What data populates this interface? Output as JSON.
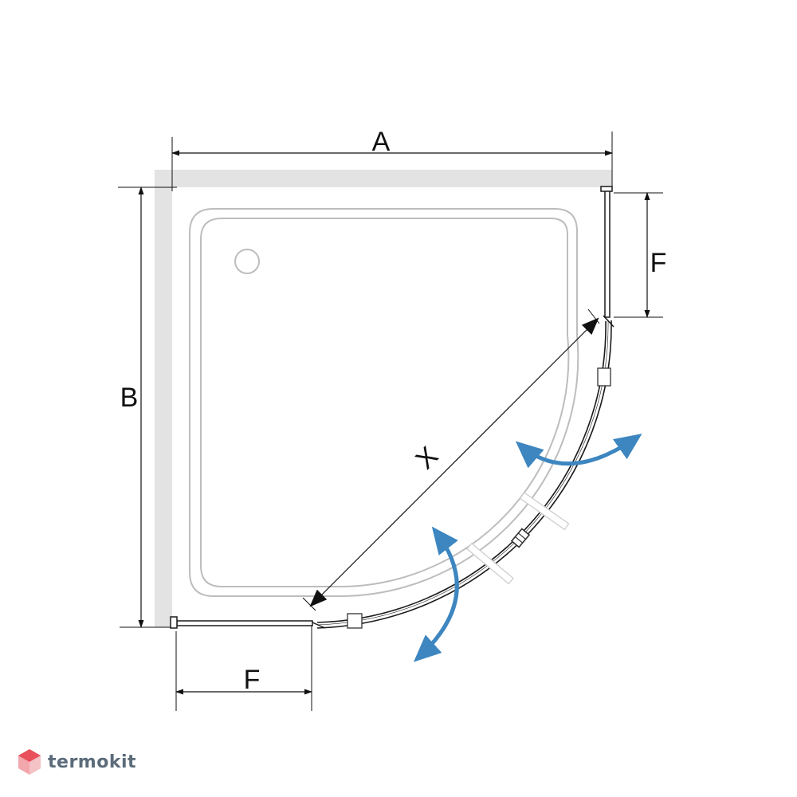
{
  "diagram": {
    "labels": {
      "width": "A",
      "depth": "B",
      "diagonal": "X",
      "fixed_panel_right": "F",
      "fixed_panel_bottom": "F"
    },
    "colors": {
      "wall": "#e3e3e3",
      "outline": "#1a1a1a",
      "tray": "#bdbdbd",
      "door_arrow": "#3d86c0",
      "handle": "#cfcfcf"
    }
  },
  "brand": {
    "name": "termokit",
    "icon": "hexagon-logo-icon",
    "color": "#5b6b7a",
    "accent": "#e8505b"
  }
}
